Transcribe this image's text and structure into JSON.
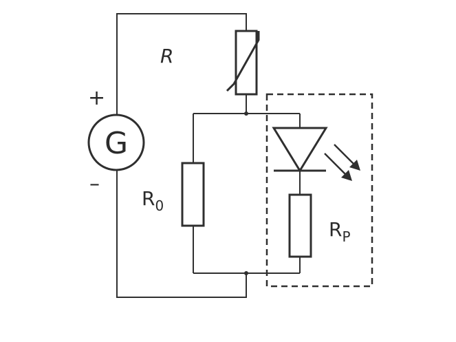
{
  "diagram": {
    "labels": {
      "varistor": "R",
      "resistor_r0_main": "R",
      "resistor_r0_sub": "0",
      "resistor_rp_main": "R",
      "resistor_rp_sub": "P",
      "generator": "G",
      "plus": "+",
      "minus": "–"
    },
    "colors": {
      "wire": "#2f2f2f",
      "background": "#ffffff"
    }
  }
}
